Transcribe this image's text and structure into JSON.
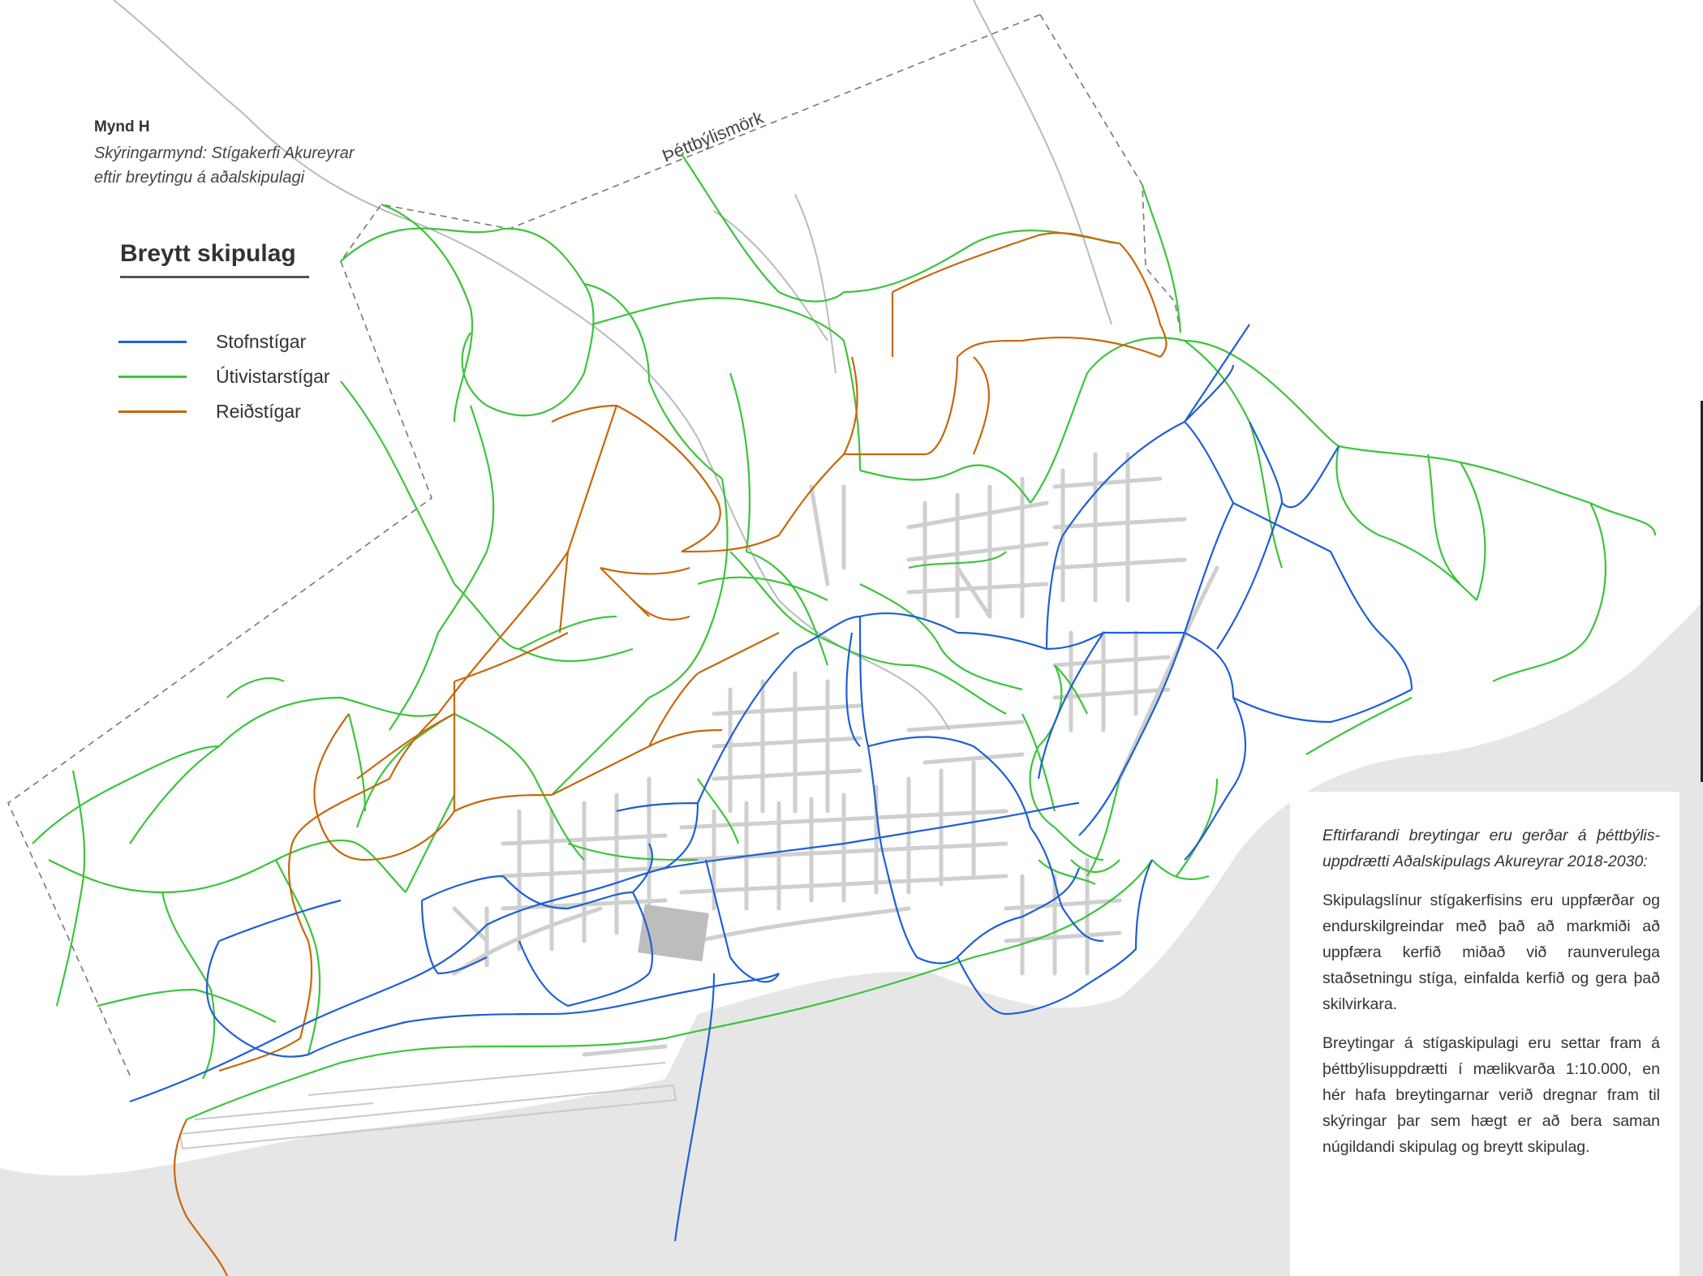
{
  "figure": {
    "number": "Mynd H",
    "caption_line1": "Skýringarmynd:  Stígakerfi  Akureyrar",
    "caption_line2": "eftir breytingu á aðalskipulagi"
  },
  "legend": {
    "title": "Breytt skipulag",
    "items": [
      {
        "label": "Stofnstígar",
        "color": "#1f5fd6"
      },
      {
        "label": "Útivistarstígar",
        "color": "#3cc43c"
      },
      {
        "label": "Reiðstígar",
        "color": "#c8680a"
      }
    ]
  },
  "map": {
    "boundary_label": "Þéttbýlismörk",
    "colors": {
      "water": "#e6e6e6",
      "streets": "#cfcfcf",
      "boundary": "#777777"
    }
  },
  "note": {
    "lead": "Eftirfarandi breytingar eru gerðar á þéttbýlis-uppdrætti Aðalskipulags Akureyrar 2018-2030:",
    "paragraph1": "Skipulagslínur stígakerfisins eru uppfærðar og endurskilgreindar með það að markmiði að uppfæra kerfið miðað við raunverulega staðsetningu stíga, einfalda kerfið og gera það skilvirkara.",
    "paragraph2": "Breytingar á stígaskipulagi eru settar fram á þéttbýlisuppdrætti í mælikvarða 1:10.000, en hér hafa breytingarnar verið dregnar fram til skýringar þar sem hægt er að bera saman núgildandi skipulag og breytt skipulag."
  }
}
